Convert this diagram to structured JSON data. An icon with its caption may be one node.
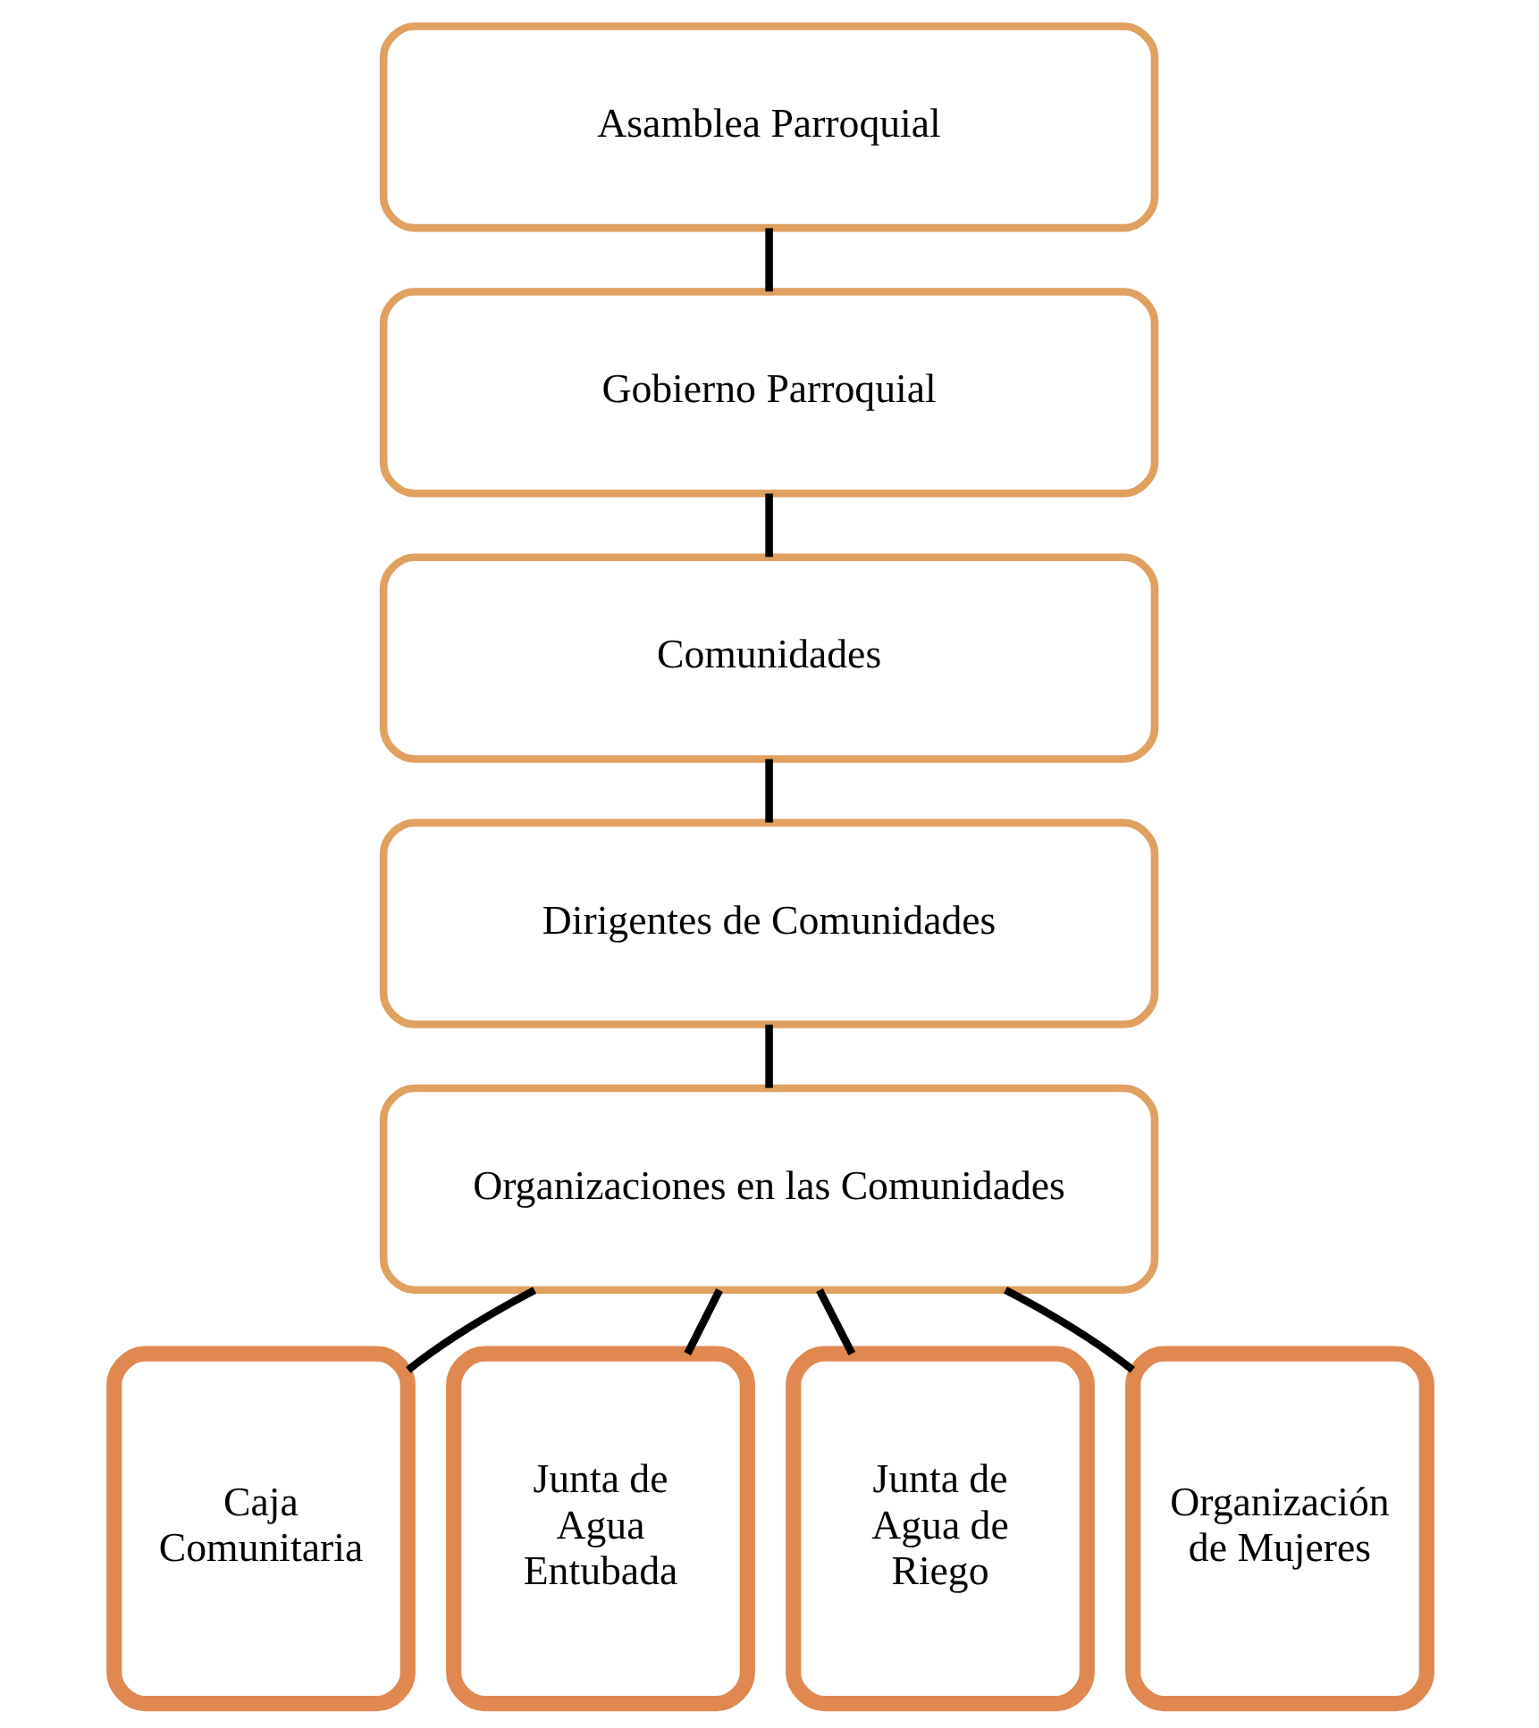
{
  "diagram": {
    "nodes": [
      {
        "text": [
          "Asamblea Parroquial"
        ]
      },
      {
        "text": [
          "Gobierno Parroquial"
        ]
      },
      {
        "text": [
          "Comunidades"
        ]
      },
      {
        "text": [
          "Dirigentes de Comunidades"
        ]
      },
      {
        "text": [
          "Organizaciones en las Comunidades"
        ]
      },
      {
        "text": [
          "Caja Comunitaria"
        ]
      },
      {
        "text": [
          "Junta de Agua Entubada"
        ]
      },
      {
        "text": [
          "Junta de Agua de Riego"
        ]
      },
      {
        "text": [
          "Organización de Mujeres"
        ]
      }
    ],
    "edges": [
      {
        "from": 0,
        "to": 1,
        "arrow": "none"
      },
      {
        "from": 1,
        "to": 2,
        "arrow": "none"
      },
      {
        "from": 2,
        "to": 3,
        "arrow": "none"
      },
      {
        "from": 3,
        "to": 4,
        "arrow": "none"
      },
      {
        "from": 4,
        "to": 5,
        "arrow": "none"
      },
      {
        "from": 4,
        "to": 6,
        "arrow": "none"
      },
      {
        "from": 4,
        "to": 7,
        "arrow": "none"
      },
      {
        "from": 4,
        "to": 8,
        "arrow": "none"
      }
    ]
  }
}
